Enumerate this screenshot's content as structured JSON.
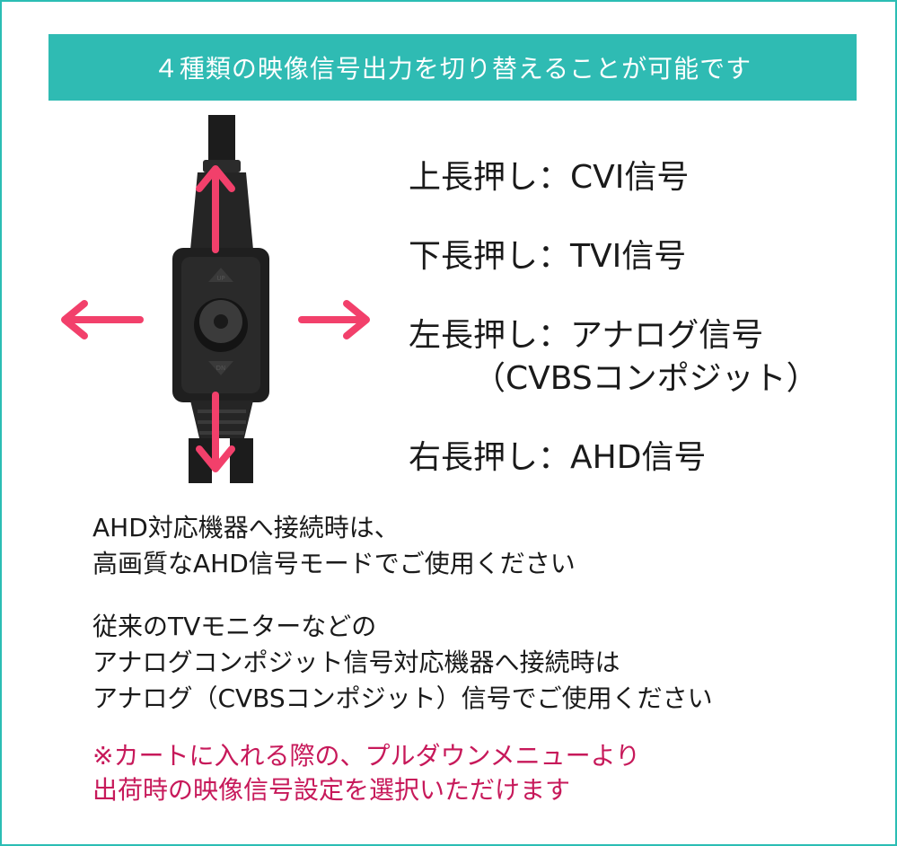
{
  "banner": {
    "text": "４種類の映像信号出力を切り替えることが可能です"
  },
  "modes": {
    "up": "上長押し：CVI信号",
    "down": "下長押し：TVI信号",
    "left": "左長押し：アナログ信号",
    "left_sub": "（CVBSコンポジット）",
    "right": "右長押し：AHD信号"
  },
  "ahd_paragraph": {
    "line1": "AHD対応機器へ接続時は、",
    "line2": "高画質なAHD信号モードでご使用ください"
  },
  "analog_paragraph": {
    "line1": "従来のTVモニターなどの",
    "line2": "アナログコンポジット信号対応機器へ接続時は",
    "line3": "アナログ（CVBSコンポジット）信号でご使用ください"
  },
  "note": {
    "line1": "※カートに入れる際の、プルダウンメニューより",
    "line2": "出荷時の映像信号設定を選択いただけます"
  },
  "device_labels": {
    "up_mark": "UP",
    "down_mark": "DN"
  },
  "colors": {
    "accent": "#2fbbb3",
    "arrow": "#f2406b",
    "note": "#c7195a"
  }
}
